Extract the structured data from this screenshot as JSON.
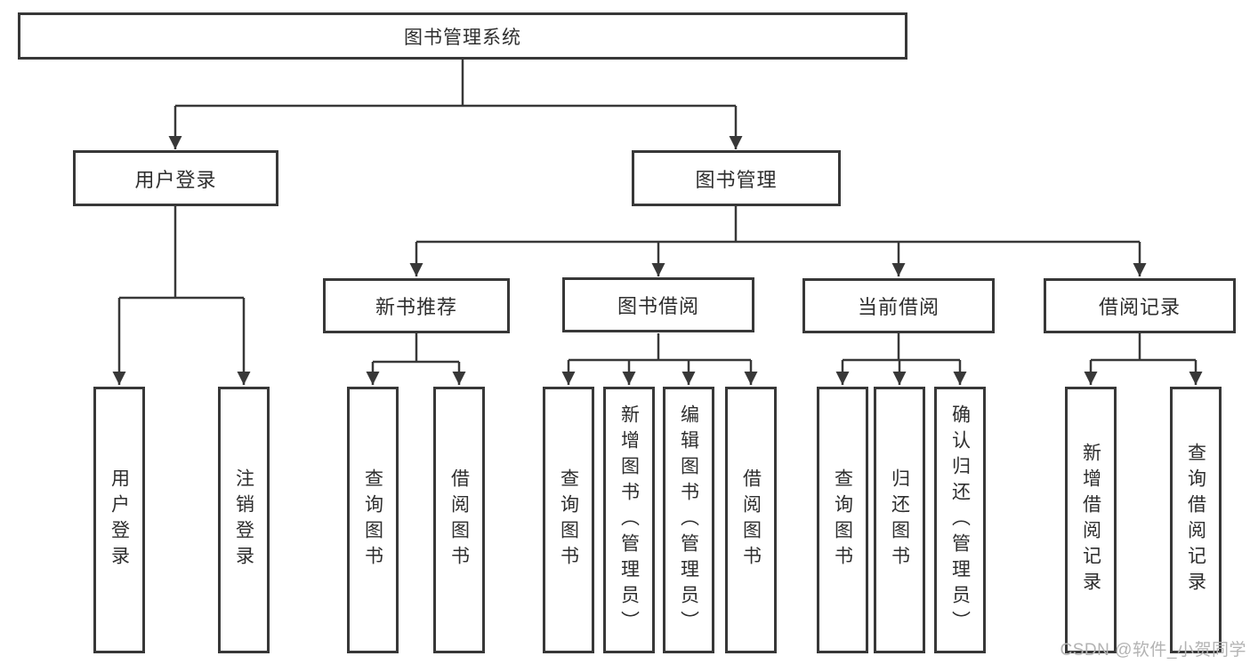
{
  "diagram_type": "hierarchy-tree",
  "tree": {
    "root": {
      "label": "图书管理系统"
    },
    "children": [
      {
        "label": "用户登录",
        "children": [
          {
            "label": "用户登录"
          },
          {
            "label": "注销登录"
          }
        ]
      },
      {
        "label": "图书管理",
        "children": [
          {
            "label": "新书推荐",
            "children": [
              {
                "label": "查询图书"
              },
              {
                "label": "借阅图书"
              }
            ]
          },
          {
            "label": "图书借阅",
            "children": [
              {
                "label": "查询图书"
              },
              {
                "label": "新增图书（管理员）"
              },
              {
                "label": "编辑图书（管理员）"
              },
              {
                "label": "借阅图书"
              }
            ]
          },
          {
            "label": "当前借阅",
            "children": [
              {
                "label": "查询图书"
              },
              {
                "label": "归还图书"
              },
              {
                "label": "确认归还（管理员）"
              }
            ]
          },
          {
            "label": "借阅记录",
            "children": [
              {
                "label": "新增借阅记录"
              },
              {
                "label": "查询借阅记录"
              }
            ]
          }
        ]
      }
    ]
  },
  "watermark": {
    "text": "CSDN @软件_小贺同学"
  },
  "colors": {
    "line": "#383838",
    "text": "#2e2e2e",
    "watermark": "#b3b3b3"
  }
}
